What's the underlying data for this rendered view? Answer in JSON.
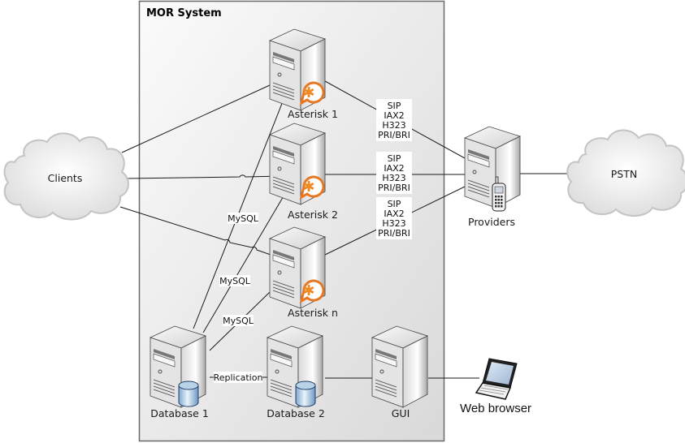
{
  "system": {
    "title": "MOR System"
  },
  "clouds": [
    {
      "id": "clients",
      "label": "Clients",
      "icon": "cloud-icon"
    },
    {
      "id": "pstn",
      "label": "PSTN",
      "icon": "cloud-icon"
    }
  ],
  "servers": [
    {
      "id": "asterisk-1",
      "label": "Asterisk 1",
      "icon": "server-icon",
      "badge": "asterisk-logo-icon"
    },
    {
      "id": "asterisk-2",
      "label": "Asterisk 2",
      "icon": "server-icon",
      "badge": "asterisk-logo-icon"
    },
    {
      "id": "asterisk-n",
      "label": "Asterisk n",
      "icon": "server-icon",
      "badge": "asterisk-logo-icon"
    },
    {
      "id": "database-1",
      "label": "Database 1",
      "icon": "server-icon",
      "badge": "database-icon"
    },
    {
      "id": "database-2",
      "label": "Database 2",
      "icon": "server-icon",
      "badge": "database-icon"
    },
    {
      "id": "gui",
      "label": "GUI",
      "icon": "server-icon",
      "badge": ""
    },
    {
      "id": "providers",
      "label": "Providers",
      "icon": "server-icon",
      "badge": "mobile-phone-icon"
    }
  ],
  "client_device": {
    "label": "Web browser",
    "icon": "laptop-icon"
  },
  "protocol_labels": [
    {
      "lines": [
        "SIP",
        "IAX2",
        "H323",
        "PRI/BRI"
      ]
    },
    {
      "lines": [
        "SIP",
        "IAX2",
        "H323",
        "PRI/BRI"
      ]
    },
    {
      "lines": [
        "SIP",
        "IAX2",
        "H323",
        "PRI/BRI"
      ]
    }
  ],
  "edge_labels": {
    "mysql": "MySQL",
    "replication": "Replication"
  },
  "connections": [
    {
      "from": "Clients",
      "to": "Asterisk 1"
    },
    {
      "from": "Clients",
      "to": "Asterisk 2"
    },
    {
      "from": "Clients",
      "to": "Asterisk n"
    },
    {
      "from": "Asterisk 1",
      "to": "Providers",
      "label": "SIP / IAX2 / H323 / PRI/BRI"
    },
    {
      "from": "Asterisk 2",
      "to": "Providers",
      "label": "SIP / IAX2 / H323 / PRI/BRI"
    },
    {
      "from": "Asterisk n",
      "to": "Providers",
      "label": "SIP / IAX2 / H323 / PRI/BRI"
    },
    {
      "from": "Providers",
      "to": "PSTN"
    },
    {
      "from": "Database 1",
      "to": "Asterisk 1",
      "label": "MySQL"
    },
    {
      "from": "Database 1",
      "to": "Asterisk 2",
      "label": "MySQL"
    },
    {
      "from": "Database 1",
      "to": "Asterisk n",
      "label": "MySQL"
    },
    {
      "from": "Database 1",
      "to": "Database 2",
      "label": "Replication"
    },
    {
      "from": "Database 2",
      "to": "GUI"
    },
    {
      "from": "GUI",
      "to": "Web browser"
    }
  ]
}
